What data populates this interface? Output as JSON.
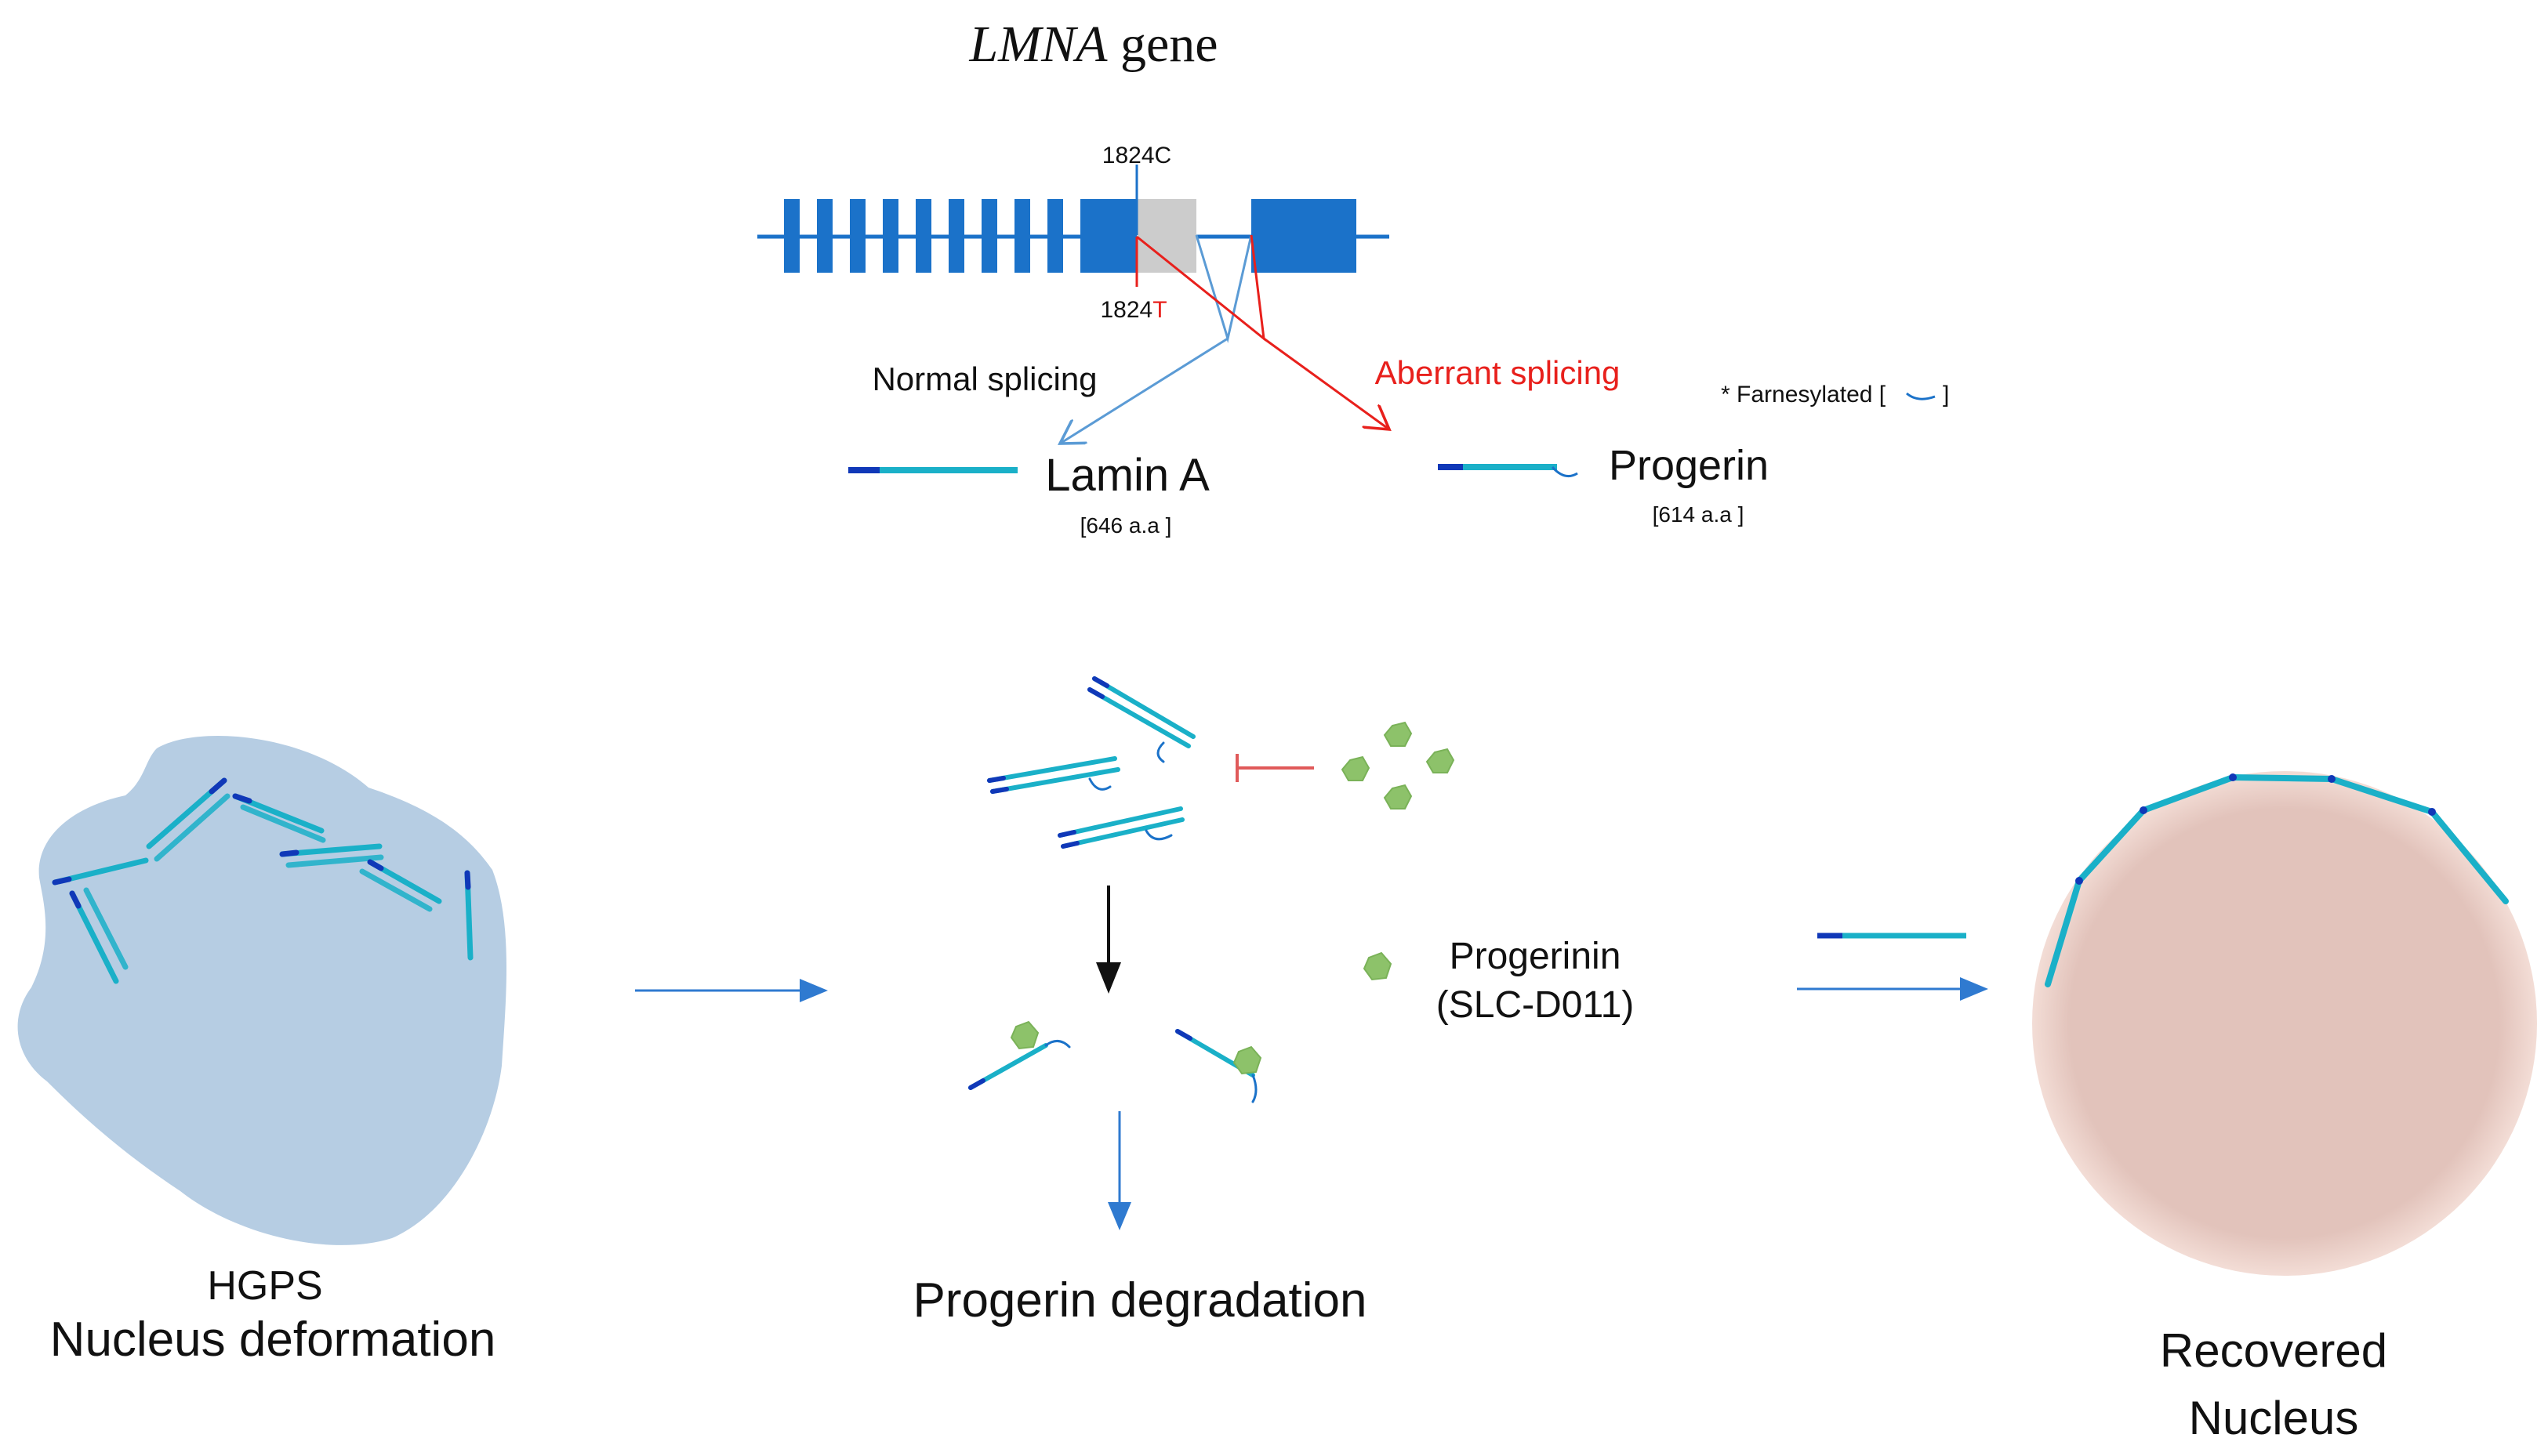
{
  "gene": {
    "title_italic": "LMNA",
    "title_rest": " gene",
    "wt_label": "1824C",
    "mut_label_prefix": "1824",
    "mut_label_suffix": "T"
  },
  "splicing": {
    "normal": "Normal splicing",
    "aberrant": "Aberrant splicing",
    "farnesyl_note_open": "* Farnesylated [",
    "farnesyl_note_close": "]"
  },
  "proteins": {
    "lamin_a": "Lamin A",
    "lamin_a_length": "[646 a.a ]",
    "progerin": "Progerin",
    "progerin_length": "[614 a.a ]"
  },
  "drug": {
    "name": "Progerinin",
    "code": "(SLC-D011)"
  },
  "labels": {
    "hgps": "HGPS",
    "deformation": "Nucleus deformation",
    "degradation": "Progerin degradation",
    "recovered_1": "Recovered",
    "recovered_2": "Nucleus"
  },
  "colors": {
    "exon_blue": "#1b72c9",
    "grey_exon": "#cccccc",
    "cyan": "#1ab0c8",
    "dark_blue": "#1038b8",
    "red": "#e8201c",
    "normal_line": "#5b9bd5",
    "inhibit_red": "#e05a5a",
    "drug_green": "#8dc26a",
    "arrow_blue": "#2f7ad0",
    "deformed_nucleus": "#b6cde3",
    "recovered_nucleus": "#e2c3bb"
  }
}
